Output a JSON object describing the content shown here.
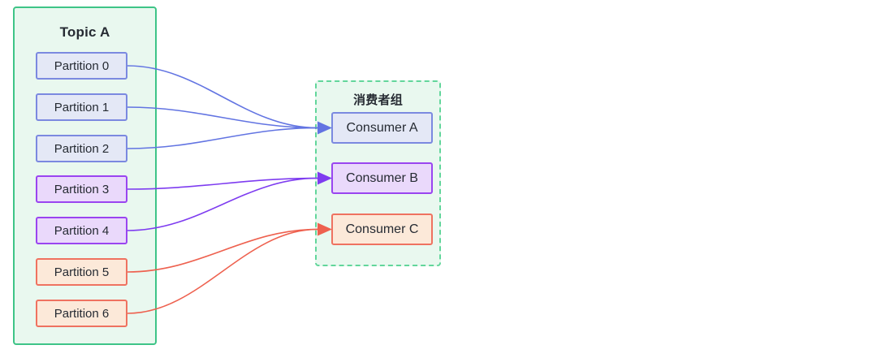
{
  "diagram": {
    "topic": {
      "title": "Topic A",
      "partitions": [
        {
          "label": "Partition 0",
          "scheme": "blue"
        },
        {
          "label": "Partition 1",
          "scheme": "blue"
        },
        {
          "label": "Partition 2",
          "scheme": "blue"
        },
        {
          "label": "Partition 3",
          "scheme": "purple"
        },
        {
          "label": "Partition 4",
          "scheme": "purple"
        },
        {
          "label": "Partition 5",
          "scheme": "orange"
        },
        {
          "label": "Partition 6",
          "scheme": "orange"
        }
      ]
    },
    "consumer_group": {
      "title": "消费者组",
      "consumers": [
        {
          "label": "Consumer A",
          "id": "a",
          "scheme": "blue"
        },
        {
          "label": "Consumer B",
          "id": "b",
          "scheme": "purple"
        },
        {
          "label": "Consumer C",
          "id": "c",
          "scheme": "orange"
        }
      ]
    },
    "connections": [
      {
        "from_partition": 0,
        "to_consumer": 0
      },
      {
        "from_partition": 1,
        "to_consumer": 0
      },
      {
        "from_partition": 2,
        "to_consumer": 0
      },
      {
        "from_partition": 3,
        "to_consumer": 1
      },
      {
        "from_partition": 4,
        "to_consumer": 1
      },
      {
        "from_partition": 5,
        "to_consumer": 2
      },
      {
        "from_partition": 6,
        "to_consumer": 2
      }
    ],
    "colors": {
      "topic_fill": "#e9f8ef",
      "topic_border": "#3ec487",
      "group_fill": "#e9f8ef",
      "group_border": "#62d69b",
      "text": "#262b33",
      "schemes": {
        "blue": {
          "fill": "#e4e8f6",
          "border": "#7b89e0",
          "arrow": "#6274e2"
        },
        "purple": {
          "fill": "#ead9fb",
          "border": "#9a45f0",
          "arrow": "#7e3cf0"
        },
        "orange": {
          "fill": "#fce9d9",
          "border": "#ef7260",
          "arrow": "#ee614f"
        }
      }
    }
  }
}
